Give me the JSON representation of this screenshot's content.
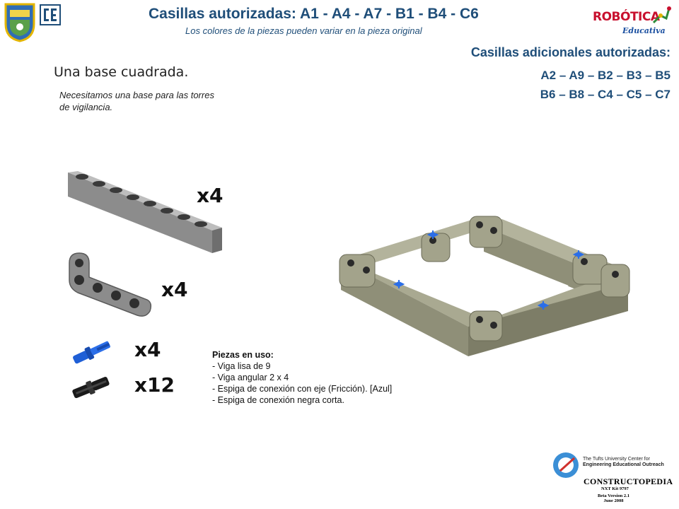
{
  "header": {
    "title": "Casillas autorizadas: A1 - A4 - A7 - B1 - B4 - C6",
    "subtitle": "Los colores de la piezas pueden variar en la pieza original"
  },
  "extra_cells": {
    "heading": "Casillas adicionales autorizadas:",
    "line1": "A2 – A9 – B2 – B3 – B5",
    "line2": "B6 – B8 – C4 – C5 – C7"
  },
  "main": {
    "heading": "Una base cuadrada.",
    "description": "Necesitamos una base para las torres de vigilancia."
  },
  "parts": [
    {
      "name": "beam-9",
      "qty": "x4"
    },
    {
      "name": "angular-beam",
      "qty": "x4"
    },
    {
      "name": "blue-pin",
      "qty": "x4"
    },
    {
      "name": "black-pin",
      "qty": "x12"
    }
  ],
  "pieces_in_use": {
    "heading": "Piezas en uso:",
    "items": [
      "- Viga lisa de 9",
      "- Viga angular 2 x 4",
      "- Espiga de conexión con eje (Fricción). [Azul]",
      "- Espiga de conexión negra corta."
    ]
  },
  "logos": {
    "robotica": "ROBÓTICA",
    "educativa": "Educativa",
    "tufts_line1": "The Tufts University Center for",
    "tufts_line2": "Engineering Educational Outreach",
    "constructopedia": "CONSTRUCTOPEDIA",
    "kit": "NXT Kit 9797",
    "beta1": "Beta Version 2.1",
    "beta2": "June 2008"
  },
  "colors": {
    "title": "#1f4e79",
    "beam": "#8c8c8c",
    "model": "#8f8f78",
    "blue_pin": "#1f5fd6",
    "black_pin": "#1a1a1a"
  }
}
